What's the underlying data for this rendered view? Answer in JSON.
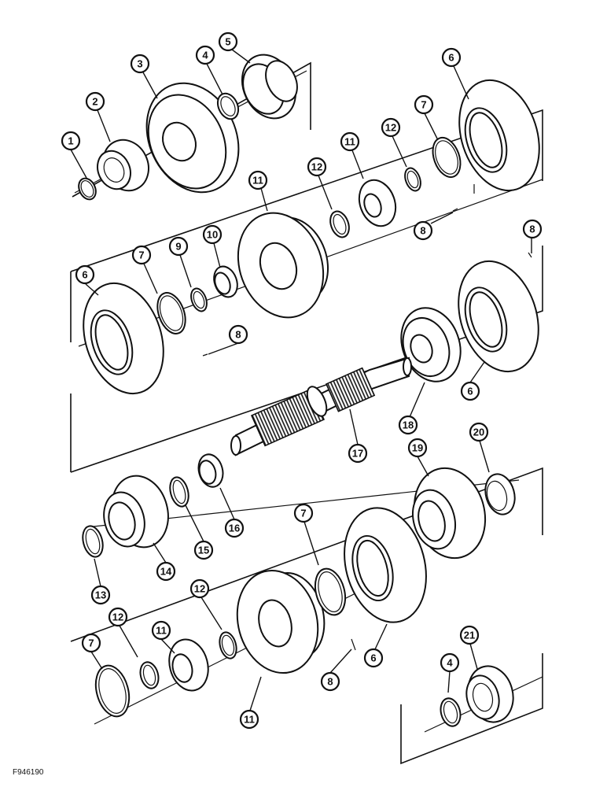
{
  "figure_id": "F946190",
  "callouts": [
    "1",
    "2",
    "3",
    "4",
    "5",
    "6",
    "7",
    "8",
    "9",
    "10",
    "11",
    "12",
    "13",
    "14",
    "15",
    "16",
    "17",
    "18",
    "19",
    "20",
    "21"
  ],
  "colors": {
    "ink": "#111111",
    "paper": "#ffffff"
  }
}
